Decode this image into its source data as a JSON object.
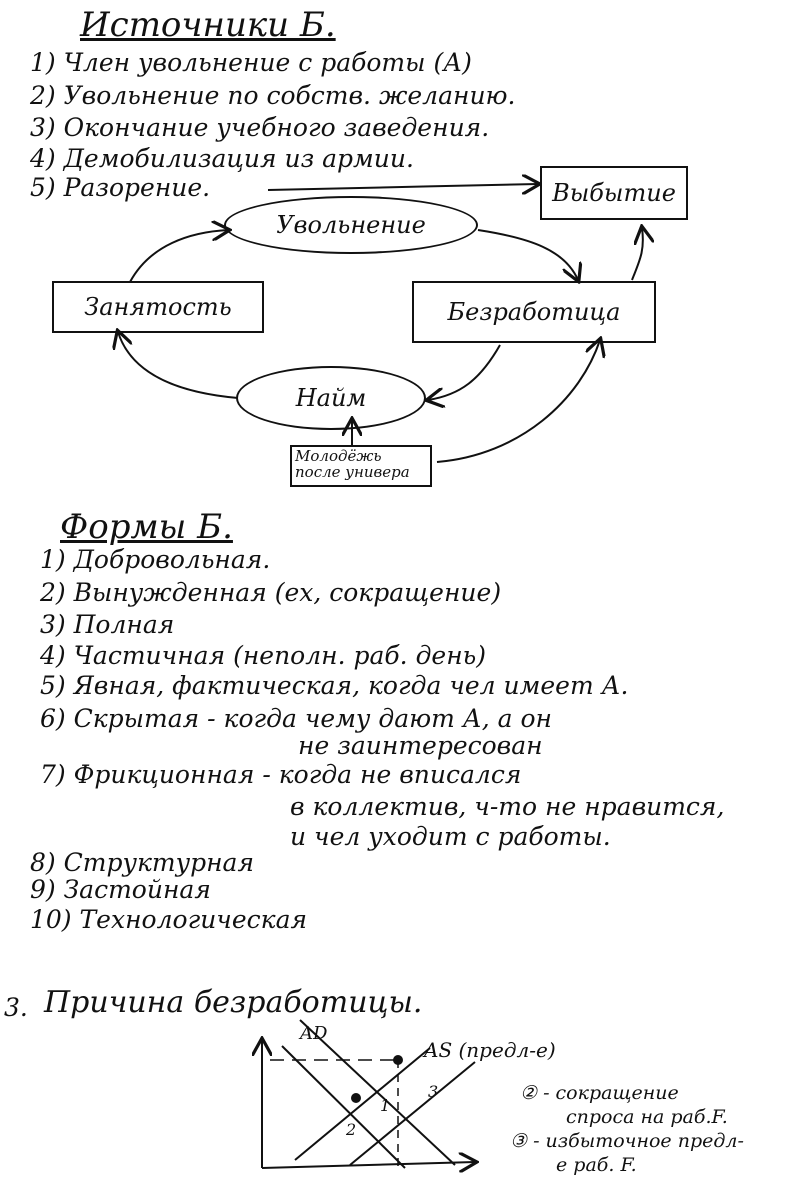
{
  "section1": {
    "title": "Источники Б.",
    "items": [
      "1) Член увольнение с работы (А)",
      "2) Увольнение по собств. желанию.",
      "3) Окончание учебного заведения.",
      "4) Демобилизация из армии.",
      "5) Разорение."
    ]
  },
  "diagram": {
    "dismissal": "Увольнение",
    "employment": "Занятость",
    "unemployment": "Безработица",
    "exit": "Выбытие",
    "hiring": "Найм",
    "youth": "Молодёжь после универа"
  },
  "section2": {
    "title": "Формы Б.",
    "items": [
      "1) Добровольная.",
      "2) Вынужденная (ex, сокращение)",
      "3) Полная",
      "4) Частичная (неполн. раб. день)",
      "5) Явная, фактическая, когда чел имеет А.",
      "6) Скрытая - когда чему дают А, а он",
      "не заинтересован",
      "7) Фрикционная - когда не вписался",
      "в коллектив, ч-то не нравится,",
      "и чел уходит с работы.",
      "8) Структурная",
      "9) Застойная",
      "10) Технологическая"
    ]
  },
  "section3": {
    "number": "3.",
    "title": "Причина безработицы.",
    "graph": {
      "ad": "AD",
      "as": "AS (предл-е)",
      "n1": "1",
      "n2": "2",
      "n3": "3"
    },
    "legend": [
      "② - сокращение",
      "спроса на раб.F.",
      "③ - избыточное предл-",
      "е раб. F."
    ]
  }
}
